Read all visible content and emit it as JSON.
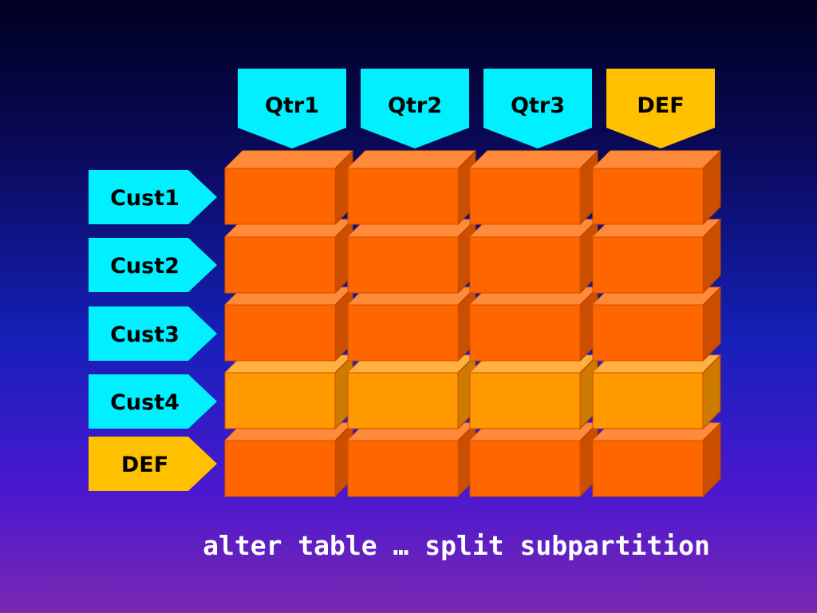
{
  "columns": [
    {
      "label": "Qtr1",
      "color": "#00f0ff"
    },
    {
      "label": "Qtr2",
      "color": "#00f0ff"
    },
    {
      "label": "Qtr3",
      "color": "#00f0ff"
    },
    {
      "label": "DEF",
      "color": "#ffc000"
    }
  ],
  "rows": [
    {
      "label": "Cust1",
      "color": "#00f0ff",
      "shade": "dark"
    },
    {
      "label": "Cust2",
      "color": "#00f0ff",
      "shade": "dark"
    },
    {
      "label": "Cust3",
      "color": "#00f0ff",
      "shade": "dark"
    },
    {
      "label": "Cust4",
      "color": "#00f0ff",
      "shade": "light"
    },
    {
      "label": "DEF",
      "color": "#ffc000",
      "shade": "dark"
    }
  ],
  "cell_colors": {
    "dark": {
      "front": "#ff6600",
      "top": "#ff8a3a",
      "side": "#cc4e00"
    },
    "light": {
      "front": "#ff9900",
      "top": "#ffb040",
      "side": "#cc7a00"
    }
  },
  "caption": "alter table … split subpartition"
}
